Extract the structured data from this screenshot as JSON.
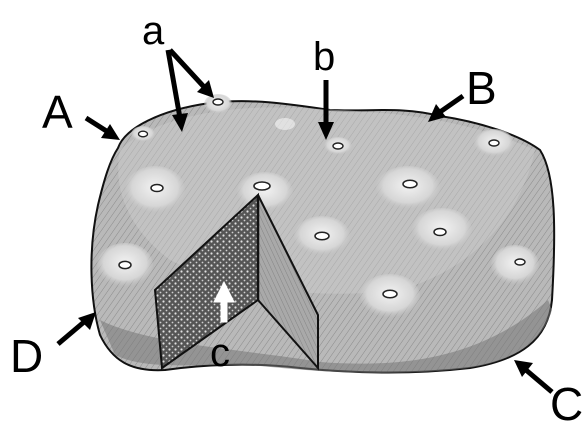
{
  "labels": {
    "A": "A",
    "B": "B",
    "C": "C",
    "D": "D",
    "a": "a",
    "b": "b",
    "c": "c"
  }
}
